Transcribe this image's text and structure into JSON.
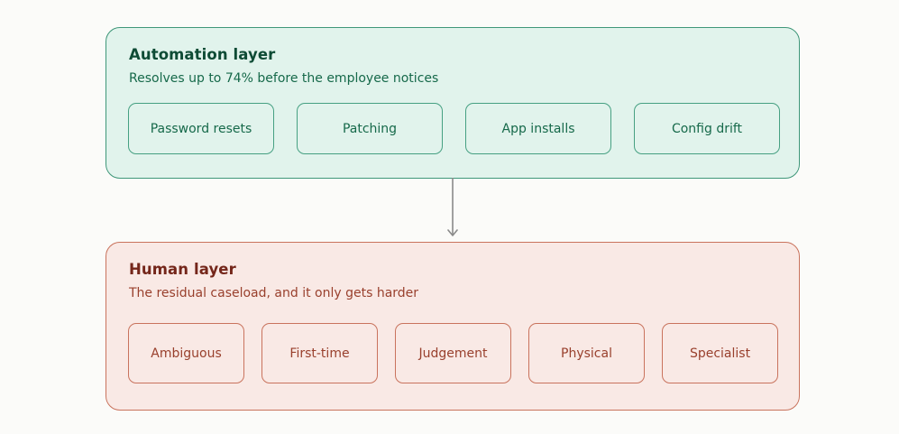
{
  "automation_layer": {
    "title": "Automation layer",
    "subtitle": "Resolves up to 74% before the employee notices",
    "items": [
      "Password resets",
      "Patching",
      "App installs",
      "Config drift"
    ]
  },
  "human_layer": {
    "title": "Human layer",
    "subtitle": "The residual caseload, and it only gets harder",
    "items": [
      "Ambiguous",
      "First-time",
      "Judgement",
      "Physical",
      "Specialist"
    ]
  },
  "colors": {
    "automation_fill": "#e1f3ec",
    "automation_border": "#3f9779",
    "human_fill": "#f9e9e5",
    "human_border": "#c9735d",
    "arrow": "#8a8a8a"
  }
}
